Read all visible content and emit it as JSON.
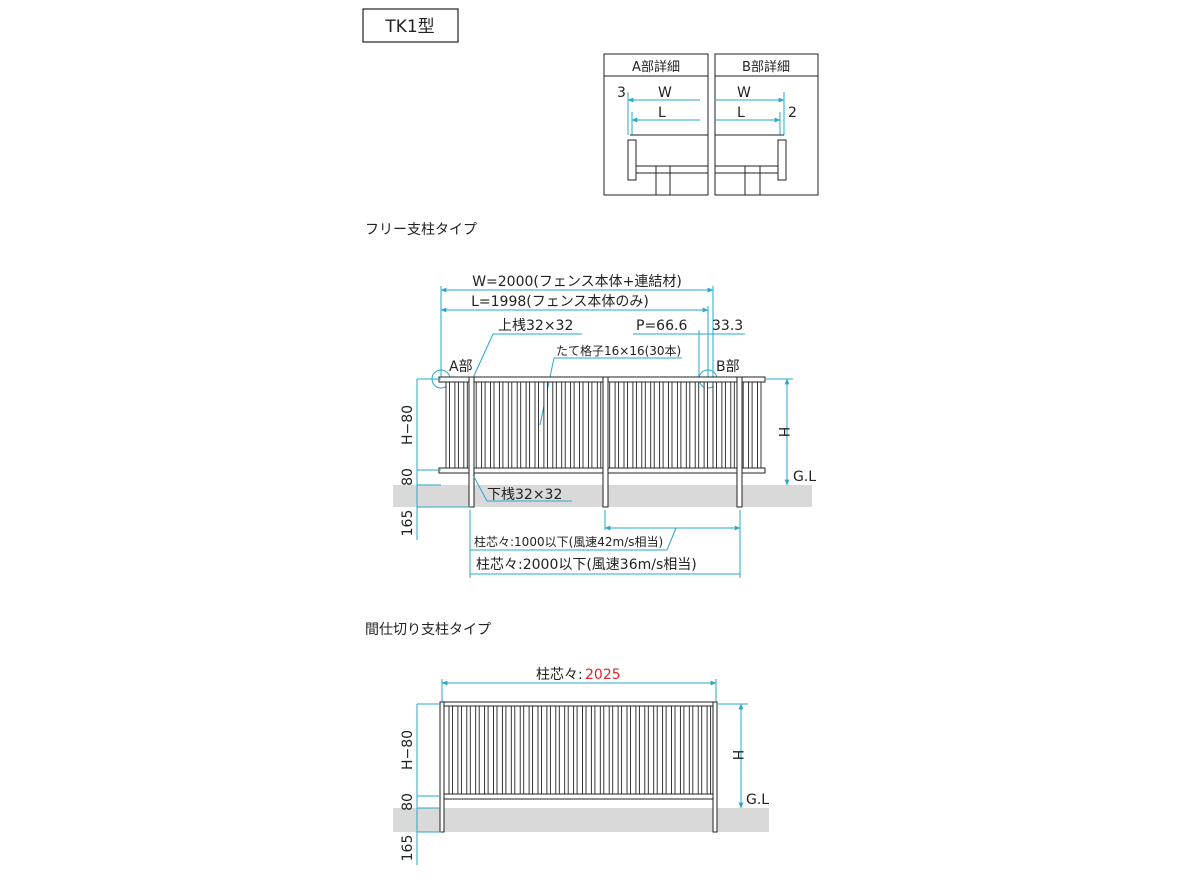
{
  "model_label": "TK1型",
  "detail_a": {
    "title": "A部詳細",
    "gap": "3",
    "w": "W",
    "l": "L"
  },
  "detail_b": {
    "title": "B部詳細",
    "gap": "2",
    "w": "W",
    "l": "L"
  },
  "free_post": {
    "heading": "フリー支柱タイプ",
    "w_label": "W=2000(フェンス本体+連結材)",
    "l_label": "L=1998(フェンス本体のみ)",
    "top_rail": "上桟32×32",
    "pitch": "P=66.6",
    "end_gap": "33.3",
    "pickets": "たて格子16×16(30本)",
    "a_part": "A部",
    "b_part": "B部",
    "h_label": "H",
    "h_minus": "H−80",
    "bottom_gap": "80",
    "embed": "165",
    "gl": "G.L",
    "bottom_rail": "下桟32×32",
    "span_1000": "柱芯々:1000以下(風速42m/s相当)",
    "span_2000": "柱芯々:2000以下(風速36m/s相当)"
  },
  "partition_post": {
    "heading": "間仕切り支柱タイプ",
    "span_prefix": "柱芯々:",
    "span_value": "2025",
    "h_label": "H",
    "h_minus": "H−80",
    "bottom_gap": "80",
    "embed": "165",
    "gl": "G.L"
  },
  "colors": {
    "dimension": "#2aa7cc",
    "highlight": "#e0262b",
    "ground": "#d9d9d9"
  }
}
